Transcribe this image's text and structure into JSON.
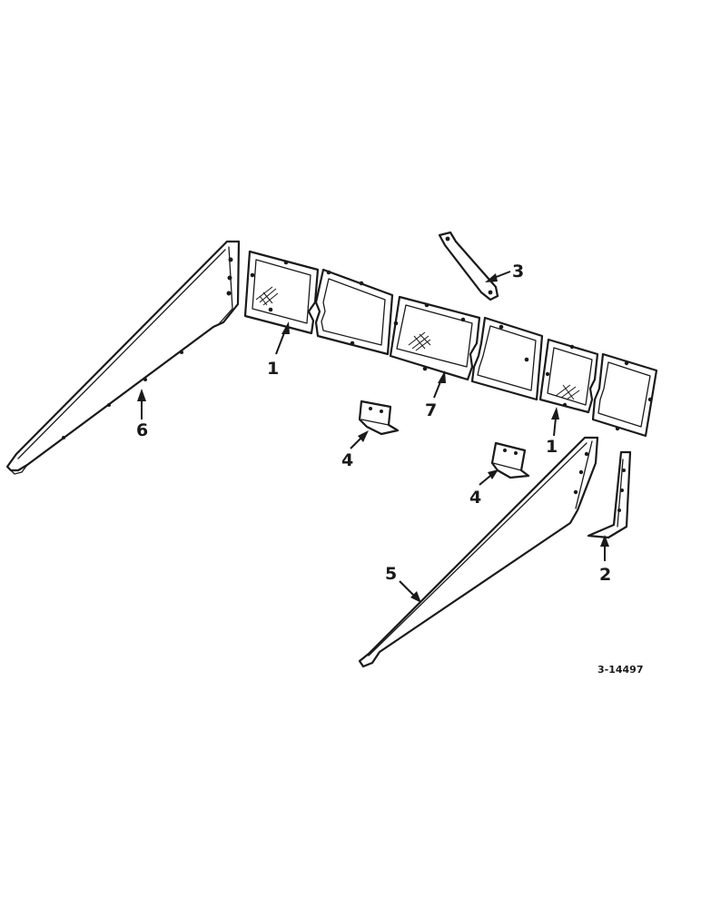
{
  "callouts": {
    "c1a": "1",
    "c1b": "1",
    "c2": "2",
    "c3": "3",
    "c4a": "4",
    "c4b": "4",
    "c5": "5",
    "c6": "6",
    "c7": "7"
  },
  "reference_number": "3-14497"
}
